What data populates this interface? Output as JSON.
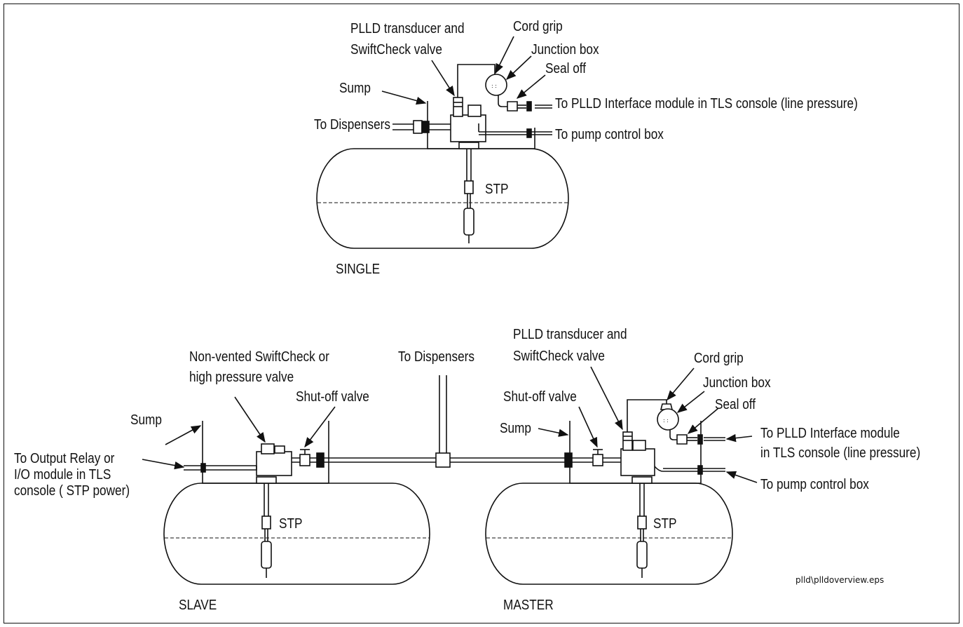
{
  "single": {
    "transducer_label_1": "PLLD transducer and",
    "transducer_label_2": "SwiftCheck valve",
    "cord_grip": "Cord grip",
    "junction_box": "Junction box",
    "seal_off": "Seal off",
    "sump": "Sump",
    "to_dispensers": "To Dispensers",
    "to_plld": "To PLLD Interface module in TLS console (line pressure)",
    "to_pump": "To pump control box",
    "stp": "STP",
    "caption": "SINGLE"
  },
  "slave": {
    "valve_label_1": "Non-vented SwiftCheck or",
    "valve_label_2": "high pressure valve",
    "shutoff": "Shut-off valve",
    "sump": "Sump",
    "to_output_1": "To Output Relay or",
    "to_output_2": "I/O module in TLS",
    "to_output_3": "console ( STP power)",
    "stp": "STP",
    "caption": "SLAVE"
  },
  "manifold": {
    "to_dispensers": "To Dispensers"
  },
  "master": {
    "transducer_label_1": "PLLD transducer and",
    "transducer_label_2": "SwiftCheck valve",
    "cord_grip": "Cord grip",
    "junction_box": "Junction box",
    "seal_off": "Seal off",
    "shutoff": "Shut-off valve",
    "sump": "Sump",
    "to_plld_1": "To PLLD Interface module",
    "to_plld_2": "in TLS console (line pressure)",
    "to_pump": "To pump control box",
    "stp": "STP",
    "caption": "MASTER"
  },
  "file_ref": "plld\\plldoverview.eps"
}
